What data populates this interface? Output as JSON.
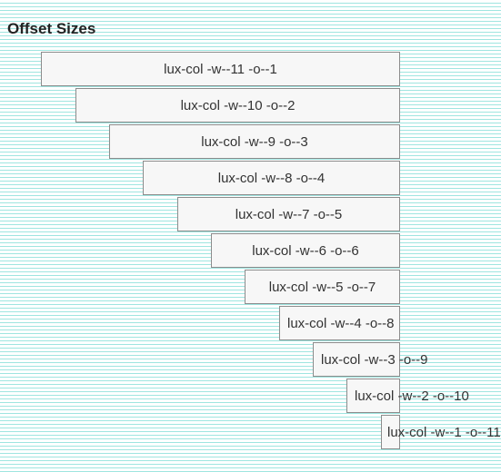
{
  "page": {
    "title": "Offset Sizes"
  },
  "columns": [
    {
      "label": "lux-col -w--11 -o--1"
    },
    {
      "label": "lux-col -w--10 -o--2"
    },
    {
      "label": "lux-col -w--9 -o--3"
    },
    {
      "label": "lux-col -w--8 -o--4"
    },
    {
      "label": "lux-col -w--7 -o--5"
    },
    {
      "label": "lux-col -w--6 -o--6"
    },
    {
      "label": "lux-col -w--5 -o--7"
    },
    {
      "label": "lux-col -w--4 -o--8"
    },
    {
      "label": "lux-col -w--3 -o--9"
    },
    {
      "label": "lux-col -w--2 -o--10"
    },
    {
      "label": "lux-col -w--1 -o--11"
    }
  ]
}
